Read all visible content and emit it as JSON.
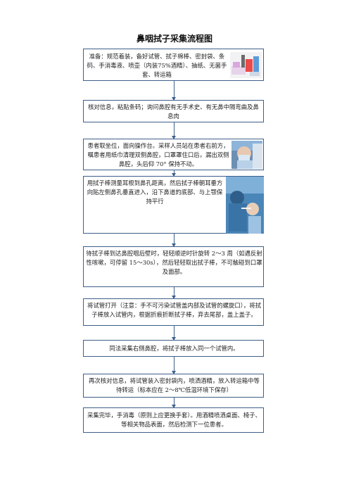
{
  "title": "鼻咽拭子采集流程图",
  "steps": [
    {
      "text": "准备：规范着装，备好试管、拭子棉棒、密封袋、条码、手消毒液、喷壶（内装75%酒精）、抽纸、无菌手套、转运箱"
    },
    {
      "text": "核对信息，粘贴条码；询问鼻腔有无手术史、有无鼻中隔弯曲及鼻息肉"
    },
    {
      "text": "患者取坐位，面向操作台。采样人员站在患者右前方，嘱患者用纸巾清理双侧鼻腔，口罩罩住口后，漏出双侧鼻腔，头后仰 70°  保持不动。"
    },
    {
      "text": "用拭子棒测量耳根到鼻孔距离，然后拭子棒朝耳垂方向贴左侧鼻孔垂直进入，沿下鼻道的底部、与上颚保持平行"
    },
    {
      "text": "待拭子棒到达鼻腔咽后壁时，轻轻顺逆时针旋转 2～3 周（如遇反射性咳嗽，可停留 15～30s），然后轻轻取出拭子棒，不可触碰到口罩及面部。"
    },
    {
      "text": "将试管打开（注意：手不可污染试管盖内部及试管的螺旋口），将拭子棒放入试管内，根据折痕折断拭子棒，弃去尾部，盖上盖子。"
    },
    {
      "text": "同法采集右侧鼻腔，将拭子棒放入同一个试管内。"
    },
    {
      "text": "再次核对信息，将试管装入密封袋内，喷洒酒精，放入转运箱中等待转运（标本应在 2～8℃低温环境下保存）"
    },
    {
      "text": "采集完毕，手消毒（原则上应更换手套）。用酒精喷洒桌面、椅子、等相关物品表面，然后检测下一位患者。"
    }
  ]
}
